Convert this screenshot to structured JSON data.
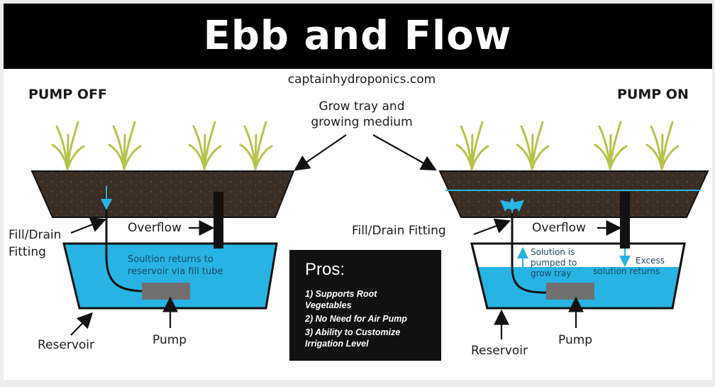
{
  "title": "Ebb and Flow",
  "source_url": "captainhydroponics.com",
  "left_panel": {
    "heading": "PUMP OFF",
    "fill_drain_fitting": [
      "Fill/Drain",
      "Fitting"
    ],
    "overflow": "Overflow",
    "reservoir_note": [
      "Soultion returns to",
      "reservoir via fill tube"
    ],
    "reservoir": "Reservoir",
    "pump": "Pump"
  },
  "right_panel": {
    "heading": "PUMP ON",
    "fill_drain_fitting": "Fill/Drain Fitting",
    "overflow": "Overflow",
    "pumped_note": [
      "Solution is",
      "pumped to",
      "grow tray"
    ],
    "excess_note": [
      "Excess",
      "solution returns"
    ],
    "reservoir": "Reservoir",
    "pump": "Pump"
  },
  "grow_tray_label": [
    "Grow tray and",
    "growing medium"
  ],
  "pros": {
    "title": "Pros:",
    "items": [
      "1) Supports Root",
      "Vegetables",
      "2) No Need for Air Pump",
      "3) Ability to Customize",
      "Irrigation Level"
    ]
  },
  "colors": {
    "title_bg": "#000000",
    "water": "#27b3e3",
    "soil": "#3a2e25",
    "plant": "#b8c24a",
    "pump": "#707070",
    "pros_bg": "#111111"
  }
}
